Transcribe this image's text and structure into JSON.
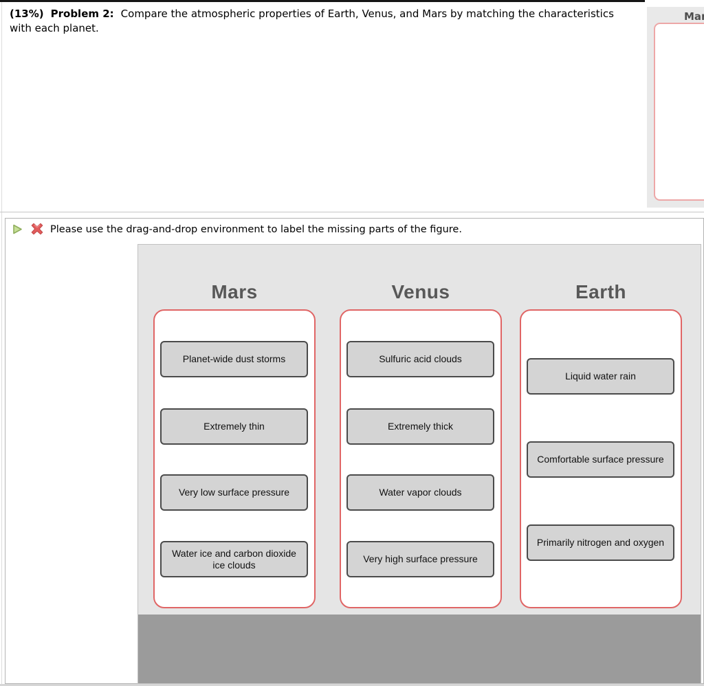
{
  "problem": {
    "points": "(13%)",
    "label": "Problem 2:",
    "statement": "Compare the atmospheric properties of Earth, Venus, and Mars by matching the characteristics with each planet."
  },
  "preview": {
    "title": "Mars"
  },
  "instruction": {
    "text": "Please use the drag-and-drop environment to label the missing parts of the figure."
  },
  "icons": {
    "play": "play-icon",
    "incorrect": "incorrect-x-icon"
  },
  "dragdrop": {
    "columns": [
      {
        "title": "Mars",
        "chips": [
          "Planet-wide dust storms",
          "Extremely thin",
          "Very low surface pressure",
          "Water ice and carbon dioxide ice clouds"
        ]
      },
      {
        "title": "Venus",
        "chips": [
          "Sulfuric acid clouds",
          "Extremely thick",
          "Water vapor clouds",
          "Very high surface pressure"
        ]
      },
      {
        "title": "Earth",
        "chips": [
          "Liquid water rain",
          "Comfortable surface pressure",
          "Primarily nitrogen and oxygen"
        ]
      }
    ]
  },
  "colors": {
    "dropzone_border": "#e06565",
    "chip_bg": "#d4d4d4",
    "chip_border": "#4a4a4a",
    "panel_bg": "#e5e5e5",
    "tray_band_bg": "#9b9b9b",
    "play_green": "#c7df97",
    "x_red": "#e25c5c"
  }
}
